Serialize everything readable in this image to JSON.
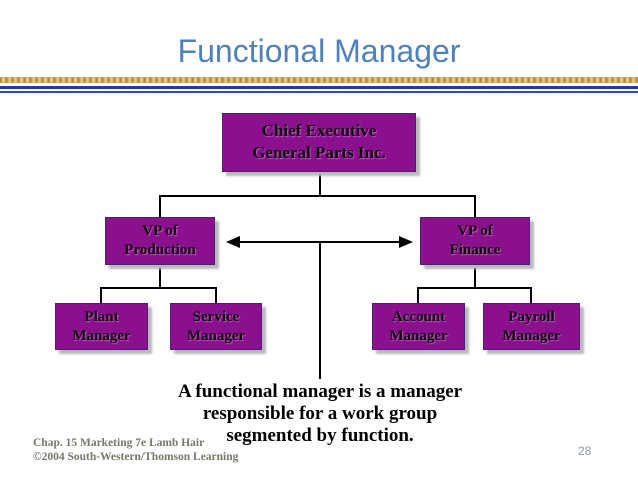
{
  "slide": {
    "title": "Functional Manager",
    "caption_lines": [
      "A functional manager is a manager",
      "responsible for a work group",
      "segmented by function."
    ],
    "footer": {
      "line1": "Chap. 15 Marketing 7e Lamb Hair",
      "line2": "©2004 South-Western/Thomson Learning"
    },
    "page_number": "28"
  },
  "org_chart": {
    "chief": {
      "line1": "Chief Executive",
      "line2": "General Parts Inc."
    },
    "vp_production": {
      "line1": "VP of",
      "line2": "Production"
    },
    "vp_finance": {
      "line1": "VP of",
      "line2": "Finance"
    },
    "plant": {
      "line1": "Plant",
      "line2": "Manager"
    },
    "service": {
      "line1": "Service",
      "line2": "Manager"
    },
    "account": {
      "line1": "Account",
      "line2": "Manager"
    },
    "payroll": {
      "line1": "Payroll",
      "line2": "Manager"
    },
    "hierarchy": {
      "Chief Executive General Parts Inc.": {
        "VP of Production": [
          "Plant Manager",
          "Service Manager"
        ],
        "VP of Finance": [
          "Account Manager",
          "Payroll Manager"
        ]
      }
    },
    "relations": [
      "two-way arrow between VP of Production and VP of Finance",
      "line from arrow midpoint down to caption"
    ]
  },
  "colors": {
    "title": "#4E81BD",
    "accent_bar_gold": "#C99C5C",
    "accent_line_blue": "#2438A8",
    "box_fill": "#8A108E",
    "box_border": "#4B1E7E",
    "box_shadow": "#B9B9B9",
    "connector": "#000000",
    "caption_text": "#000000",
    "footer_text": "#77776D",
    "page_number": "#8B97A6"
  }
}
